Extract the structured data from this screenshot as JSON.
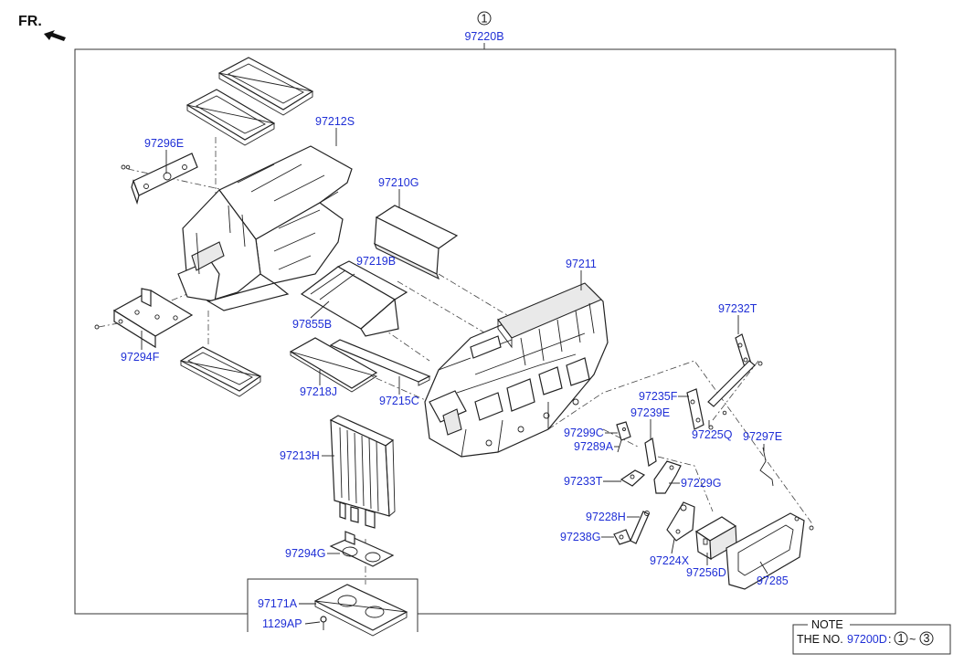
{
  "header": {
    "direction_label": "FR.",
    "circle_number": "1",
    "assembly_code": "97220B"
  },
  "parts": {
    "p97212S": "97212S",
    "p97296E": "97296E",
    "p97210G": "97210G",
    "p97219B": "97219B",
    "p97211": "97211",
    "p97232T": "97232T",
    "p97855B": "97855B",
    "p97294F": "97294F",
    "p97218J": "97218J",
    "p97215C": "97215C",
    "p97235F": "97235F",
    "p97239E": "97239E",
    "p97225Q": "97225Q",
    "p97297E": "97297E",
    "p97299C": "97299C",
    "p97289A": "97289A",
    "p97213H": "97213H",
    "p97233T": "97233T",
    "p97229G": "97229G",
    "p97228H": "97228H",
    "p97238G": "97238G",
    "p97224X": "97224X",
    "p97294G": "97294G",
    "p97256D": "97256D",
    "p97285": "97285",
    "p97171A": "97171A",
    "p1129AP": "1129AP"
  },
  "note": {
    "title": "NOTE",
    "prefix": "THE NO.",
    "code": "97200D",
    "colon": ":",
    "range_start": "1",
    "tilde": "~",
    "range_end": "3"
  }
}
